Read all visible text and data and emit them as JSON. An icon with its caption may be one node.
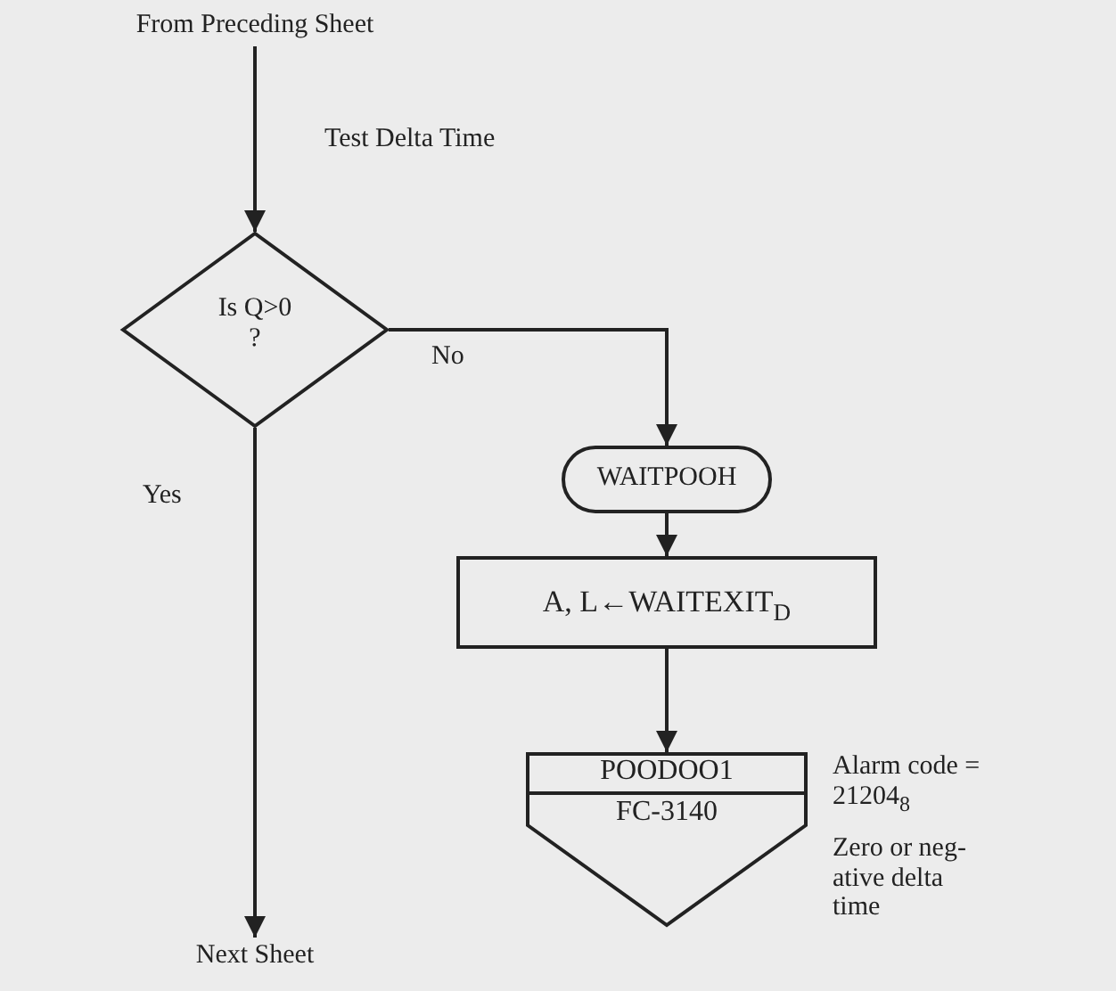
{
  "diagram": {
    "nodes": [
      {
        "text": [
          "From Preceding Sheet"
        ]
      },
      {
        "text": [
          "Is Q>0 ?"
        ]
      },
      {
        "text": [
          "WAITPOOH"
        ]
      },
      {
        "text": [
          "A, L←WAITEXIT$_{D}$"
        ]
      },
      {
        "text": [
          "POODOO1",
          "FC-3140"
        ],
        "beside": [
          "Alarm code = 21204$_{8}$",
          "Zero or neg- ative delta time"
        ]
      },
      {
        "text": [
          "Next Sheet"
        ]
      }
    ],
    "edges": [
      {
        "from": 0,
        "to": 1,
        "arrow": "to"
      },
      {
        "from": 1,
        "to": 2,
        "arrow": "to",
        "label": "No"
      },
      {
        "from": 2,
        "to": 3,
        "arrow": "to"
      },
      {
        "from": 3,
        "to": 4,
        "arrow": "to"
      },
      {
        "from": 1,
        "to": 5,
        "arrow": "to",
        "label": "Yes"
      }
    ],
    "labels": [
      "Test Delta Time"
    ]
  }
}
